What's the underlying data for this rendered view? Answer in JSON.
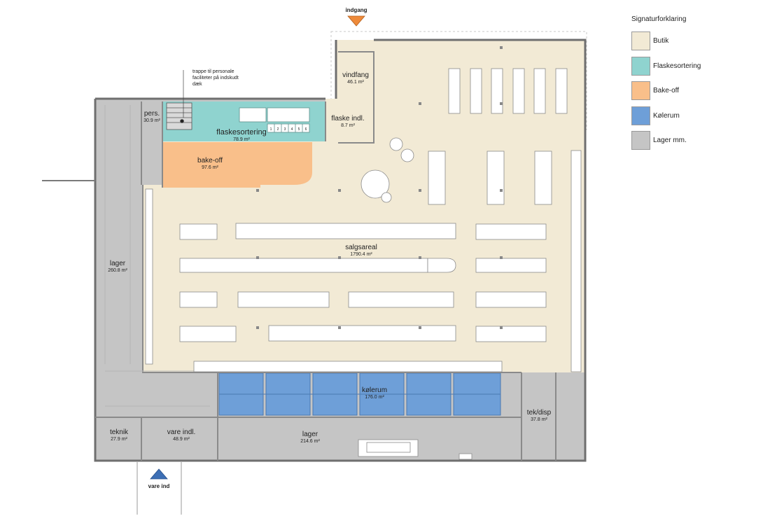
{
  "labels": {
    "entrance": "indgang",
    "delivery": "vare ind",
    "stair_note_1": "trappe til personale",
    "stair_note_2": "faciliteter på indskudt",
    "stair_note_3": "dæk"
  },
  "rooms": {
    "pers": {
      "name": "pers.",
      "area": "30.9 m²"
    },
    "flaskesortering": {
      "name": "flaskesortering",
      "area": "78.9 m²"
    },
    "flaske_indl": {
      "name": "flaske indl.",
      "area": "8.7 m²"
    },
    "vindfang": {
      "name": "vindfang",
      "area": "46.1 m²"
    },
    "bakeoff": {
      "name": "bake-off",
      "area": "97.6 m²"
    },
    "salgsareal": {
      "name": "salgsareal",
      "area": "1790.4 m²"
    },
    "lager_left": {
      "name": "lager",
      "area": "260.8 m²"
    },
    "kolerum": {
      "name": "kølerum",
      "area": "176.0 m²"
    },
    "teknik": {
      "name": "teknik",
      "area": "27.9 m²"
    },
    "vare_indl": {
      "name": "vare indl.",
      "area": "48.9 m²"
    },
    "lager_bottom": {
      "name": "lager",
      "area": "214.6 m²"
    },
    "tek_disp": {
      "name": "tek/disp",
      "area": "37.8 m²"
    }
  },
  "shelf_labels": [
    "1",
    "2",
    "3",
    "4",
    "5",
    "6"
  ],
  "legend": {
    "title": "Signaturforklaring",
    "items": [
      {
        "label": "Butik",
        "color": "#f2ead5"
      },
      {
        "label": "Flaskesortering",
        "color": "#8fd3cf"
      },
      {
        "label": "Bake-off",
        "color": "#f9bf8a"
      },
      {
        "label": "Kølerum",
        "color": "#6e9fd8"
      },
      {
        "label": "Lager mm.",
        "color": "#c5c5c5"
      }
    ]
  },
  "colors": {
    "butik": "#f2ead5",
    "flaskesortering": "#8fd3cf",
    "bakeoff": "#f9bf8a",
    "kolerum": "#6e9fd8",
    "lager": "#c5c5c5",
    "wall": "#7a7a7a",
    "entrance_marker": "#ee8a3a",
    "delivery_marker": "#3d6fb5"
  }
}
